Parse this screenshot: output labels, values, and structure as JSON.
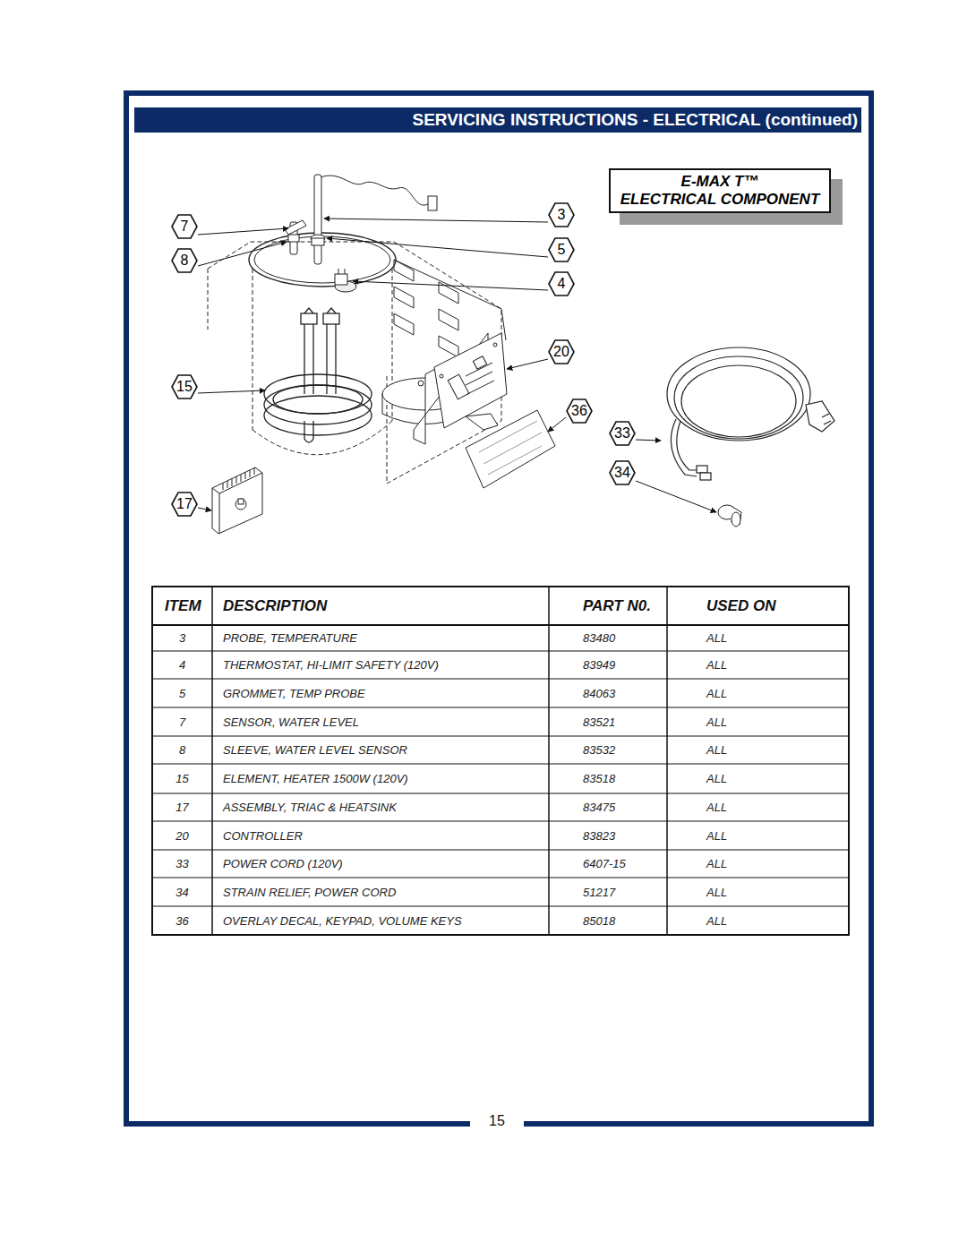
{
  "diagram": {
    "title": "SERVICING INSTRUCTIONS - ELECTRICAL (continued)",
    "nodes": [
      {
        "text": [
          "E-MAX T™",
          "ELECTRICAL COMPONENT"
        ]
      },
      {
        "text": [
          "7"
        ]
      },
      {
        "text": [
          "3"
        ]
      },
      {
        "text": [
          "8"
        ]
      },
      {
        "text": [
          "5"
        ]
      },
      {
        "text": [
          "4"
        ]
      },
      {
        "text": [
          "20"
        ]
      },
      {
        "text": [
          "15"
        ]
      },
      {
        "text": [
          "36"
        ]
      },
      {
        "text": [
          "33"
        ]
      },
      {
        "text": [
          "34"
        ]
      },
      {
        "text": [
          "17"
        ]
      }
    ],
    "labels": [
      "ITEM",
      "DESCRIPTION",
      "PART N0.",
      "USED ON",
      "3",
      "PROBE, TEMPERATURE",
      "83480",
      "ALL",
      "4",
      "THERMOSTAT, HI-LIMIT SAFETY (120V)",
      "83949",
      "ALL",
      "5",
      "GROMMET, TEMP PROBE",
      "84063",
      "ALL",
      "7",
      "SENSOR, WATER LEVEL",
      "83521",
      "ALL",
      "8",
      "SLEEVE, WATER LEVEL SENSOR",
      "83532",
      "ALL",
      "15",
      "ELEMENT, HEATER 1500W (120V)",
      "83518",
      "ALL",
      "17",
      "ASSEMBLY, TRIAC & HEATSINK",
      "83475",
      "ALL",
      "20",
      "CONTROLLER",
      "83823",
      "ALL",
      "33",
      "POWER CORD (120V)",
      "6407-15",
      "ALL",
      "34",
      "STRAIN RELIEF, POWER CORD",
      "51217",
      "ALL",
      "36",
      "OVERLAY DECAL, KEYPAD, VOLUME KEYS",
      "85018",
      "ALL",
      "15"
    ]
  }
}
